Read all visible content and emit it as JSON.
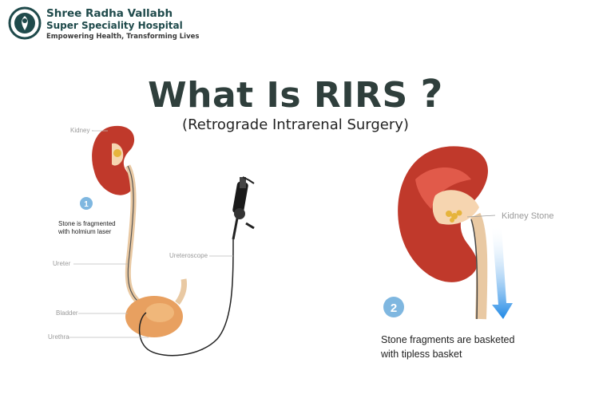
{
  "header": {
    "logo_icon": "hospital-logo-icon",
    "name_line1": "Shree Radha Vallabh",
    "name_line2": "Super Speciality Hospital",
    "tagline": "Empowering Health, Transforming Lives"
  },
  "main": {
    "title": "What Is RIRS",
    "title_mark": "?",
    "subtitle": "(Retrograde Intrarenal Surgery)"
  },
  "left_diagram": {
    "kidney_label": "Kidney -",
    "step_number": "1",
    "step_text_line1": "Stone is fragmented",
    "step_text_line2": "with holmium laser",
    "ureter_label": "Ureter",
    "bladder_label": "Bladder",
    "urethra_label": "Urethra",
    "ureteroscope_label": "Ureteroscope"
  },
  "right_diagram": {
    "stone_label": "Kidney Stone",
    "step_number": "2",
    "step_text_line1": "Stone fragments are basketed",
    "step_text_line2": "with tipless basket"
  },
  "colors": {
    "brand": "#1f4a4b",
    "kidney": "#c0392b",
    "bladder": "#e8a060",
    "arrow": "#1e88e5"
  }
}
